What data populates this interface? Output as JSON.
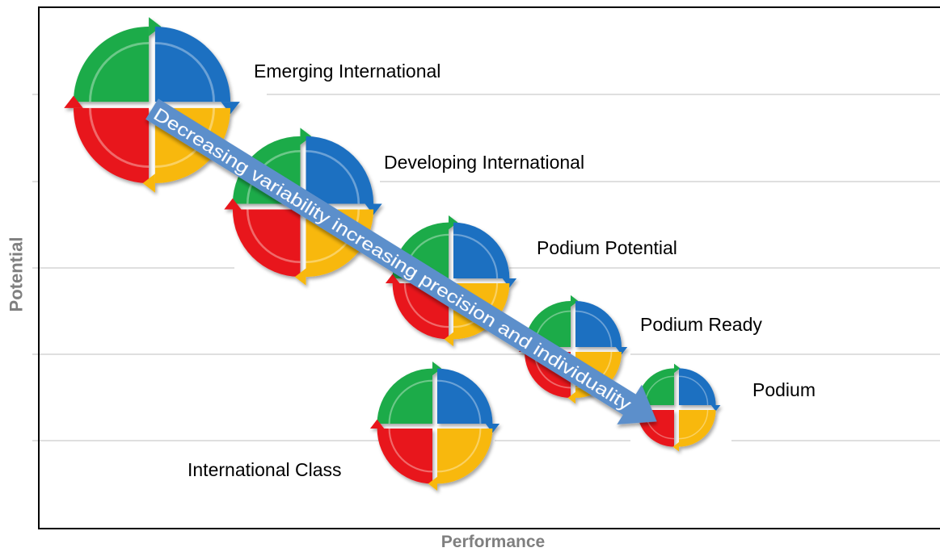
{
  "axes": {
    "y_title": "Potential",
    "x_title": "Performance"
  },
  "stages": [
    {
      "name": "Emerging International"
    },
    {
      "name": "Developing International"
    },
    {
      "name": "Podium Potential"
    },
    {
      "name": "Podium Ready"
    },
    {
      "name": "Podium"
    },
    {
      "name": "International Class"
    }
  ],
  "arrow": {
    "label": "Decreasing variability increasing precision and individuality",
    "color": "#5b8fcb"
  },
  "quadrant_colors": {
    "top_left": "#1eab4a",
    "top_right": "#1b6fc1",
    "bottom_left": "#e8191c",
    "bottom_right": "#f8b80e"
  },
  "icons": [
    "cycle-quadrant-icon"
  ]
}
